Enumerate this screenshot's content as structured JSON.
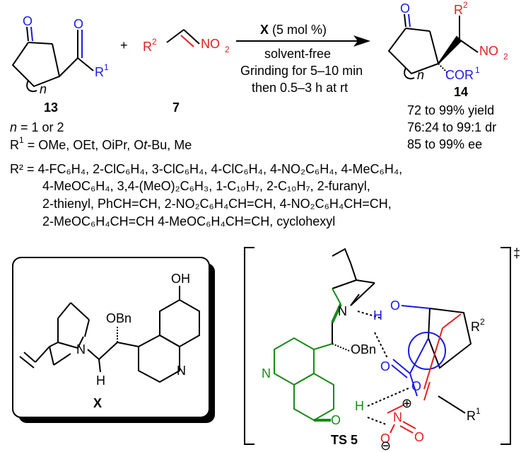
{
  "colors": {
    "black": "#000000",
    "blue": "#1a1ae6",
    "red": "#e02020",
    "green": "#1a8a1a",
    "box_border": "#000000"
  },
  "reaction": {
    "reactant1": {
      "oxygen_top": "O",
      "oxygen_acyl": "O",
      "r_group": "R",
      "r_sup": "1",
      "ring_index": "n",
      "label": "13"
    },
    "plus": "+",
    "reactant2": {
      "r_group": "R",
      "r_sup": "2",
      "nitro": "NO",
      "nitro_sub": "2",
      "label": "7"
    },
    "catalyst_symbol": "X",
    "catalyst_loading": " (5 mol %)",
    "condition_1": "solvent-free",
    "condition_2": "Grinding for 5–10 min",
    "condition_3": "then 0.5–3 h at rt",
    "product": {
      "oxygen_top": "O",
      "r_group": "R",
      "r_sup": "2",
      "nitro": "NO",
      "nitro_sub": "2",
      "cor": "COR",
      "cor_sup": "1",
      "ring_index": "n",
      "label": "14"
    },
    "results": [
      "72 to 99% yield",
      "76:24 to 99:1 dr",
      "85 to 99% ee"
    ]
  },
  "substituents": {
    "n_line": {
      "var": "n",
      "text": " = 1 or 2"
    },
    "r1_line": {
      "symbol": "R",
      "sup": "1",
      "text_a": " = OMe, OEt, OiPr, O",
      "italic": "t",
      "text_b": "-Bu, Me"
    },
    "r2_lines": [
      "R² = 4-FC₆H₄,  2-ClC₆H₄, 3-ClC₆H₄, 4-ClC₆H₄, 4-NO₂C₆H₄, 4-MeC₆H₄,",
      "4-MeOC₆H₄, 3,4-(MeO)₂C₆H₃, 1-C₁₀H₇,  2-C₁₀H₇, 2-furanyl,",
      "2-thienyl,  PhCH=CH, 2-NO₂C₆H₄CH=CH, 4-NO₂C₆H₄CH=CH,",
      "2-MeOC₆H₄CH=CH 4-MeOC₆H₄CH=CH, cyclohexyl"
    ]
  },
  "catalyst_box": {
    "oh": "OH",
    "obn": "OBn",
    "n_bridge": "N",
    "n_quinoline": "N",
    "h": "H",
    "label": "X"
  },
  "transition_state": {
    "dagger": "‡",
    "n_plus": "N",
    "h_top": "H",
    "o_top": "O",
    "obn": "OBn",
    "n_quinoline": "N",
    "o_ester": "O",
    "o_bridge": "O",
    "o_phenol": "O",
    "h_phenol": "H",
    "n_nitro": "N",
    "o_nitro_right": "O",
    "o_nitro_bottom": "O",
    "plus": "⊕",
    "minus": "⊖",
    "r1": "R",
    "r1_sup": "1",
    "r2": "R",
    "r2_sup": "2",
    "label": "TS 5"
  }
}
